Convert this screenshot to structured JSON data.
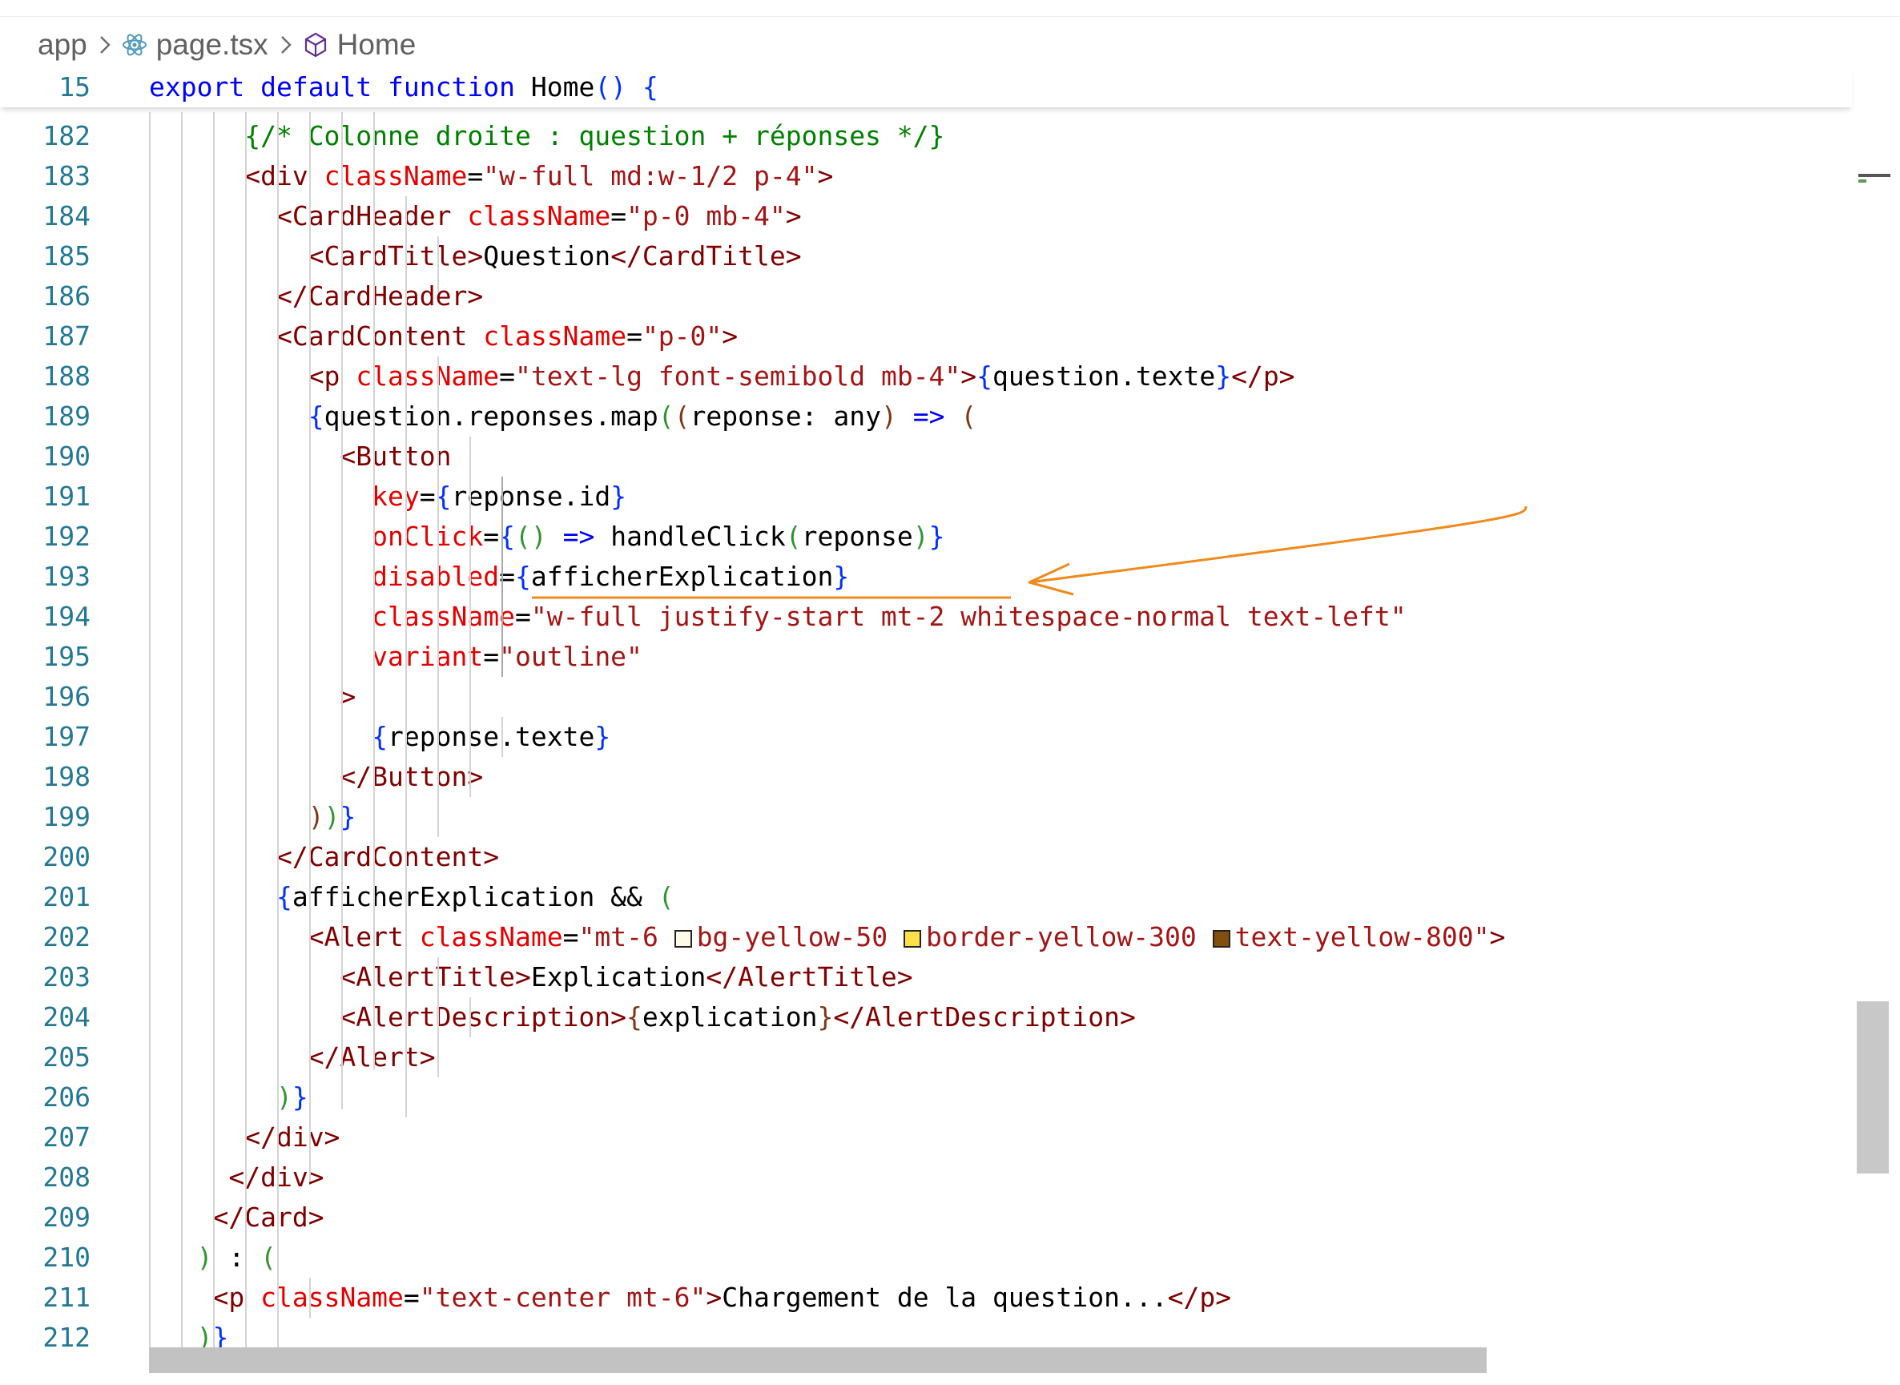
{
  "breadcrumb": {
    "folder": "app",
    "file": "page.tsx",
    "symbol": "Home",
    "file_icon": "react-icon",
    "symbol_icon": "cube-icon",
    "separator_icon": "chevron-right-icon"
  },
  "sticky_line": {
    "number": "15"
  },
  "lines": [
    {
      "n": "182"
    },
    {
      "n": "183"
    },
    {
      "n": "184"
    },
    {
      "n": "185"
    },
    {
      "n": "186"
    },
    {
      "n": "187"
    },
    {
      "n": "188"
    },
    {
      "n": "189"
    },
    {
      "n": "190"
    },
    {
      "n": "191"
    },
    {
      "n": "192"
    },
    {
      "n": "193"
    },
    {
      "n": "194"
    },
    {
      "n": "195"
    },
    {
      "n": "196"
    },
    {
      "n": "197"
    },
    {
      "n": "198"
    },
    {
      "n": "199"
    },
    {
      "n": "200"
    },
    {
      "n": "201"
    },
    {
      "n": "202"
    },
    {
      "n": "203"
    },
    {
      "n": "204"
    },
    {
      "n": "205"
    },
    {
      "n": "206"
    },
    {
      "n": "207"
    },
    {
      "n": "208"
    },
    {
      "n": "209"
    },
    {
      "n": "210"
    },
    {
      "n": "211"
    },
    {
      "n": "212"
    }
  ],
  "tokens": {
    "l15": [
      "export",
      "default",
      "function",
      "Home",
      "(",
      ")",
      "{"
    ],
    "l182": [
      "{/* Colonne droite : question + réponses */}"
    ],
    "l183": [
      "<div",
      "className",
      "=",
      "\"w-full md:w-1/2 p-4\"",
      ">"
    ],
    "l184": [
      "<CardHeader",
      "className",
      "=",
      "\"p-0 mb-4\"",
      ">"
    ],
    "l185": [
      "<CardTitle>",
      "Question",
      "</CardTitle>"
    ],
    "l186": [
      "</CardHeader>"
    ],
    "l187": [
      "<CardContent",
      "className",
      "=",
      "\"p-0\"",
      ">"
    ],
    "l188": [
      "<p",
      "className",
      "=",
      "\"text-lg font-semibold mb-4\"",
      ">",
      "{",
      "question.texte",
      "}",
      "</p>"
    ],
    "l189": [
      "{",
      "question.reponses.map",
      "(",
      "(",
      "reponse: any",
      ")",
      "=>",
      "("
    ],
    "l190": [
      "<Button"
    ],
    "l191": [
      "key",
      "=",
      "{",
      "reponse.id",
      "}"
    ],
    "l192": [
      "onClick",
      "=",
      "{",
      "(",
      ")",
      "=>",
      "handleClick",
      "(",
      "reponse",
      ")",
      "}"
    ],
    "l193": [
      "disabled",
      "=",
      "{",
      "afficherExplication",
      "}"
    ],
    "l194": [
      "className",
      "=",
      "\"w-full justify-start mt-2 whitespace-normal text-left\""
    ],
    "l195": [
      "variant",
      "=",
      "\"outline\""
    ],
    "l196": [
      ">"
    ],
    "l197": [
      "{",
      "reponse.texte",
      "}"
    ],
    "l198": [
      "</Button>"
    ],
    "l199": [
      ")",
      ")",
      "}"
    ],
    "l200": [
      "</CardContent>"
    ],
    "l201": [
      "{",
      "afficherExplication && ",
      "("
    ],
    "l202": [
      "<Alert",
      "className",
      "=",
      "\"mt-6 ",
      "bg-yellow-50 ",
      "border-yellow-300 ",
      "text-yellow-800\"",
      ">"
    ],
    "l203": [
      "<AlertTitle>",
      "Explication",
      "</AlertTitle>"
    ],
    "l204": [
      "<AlertDescription>",
      "{",
      "explication",
      "}",
      "</AlertDescription>"
    ],
    "l205": [
      "</Alert>"
    ],
    "l206": [
      ")",
      "}"
    ],
    "l207": [
      "</div>"
    ],
    "l208": [
      "</div>"
    ],
    "l209": [
      "</Card>"
    ],
    "l210": [
      ")",
      " : ",
      "("
    ],
    "l211": [
      "<p",
      "className",
      "=",
      "\"text-center mt-6\"",
      ">",
      "Chargement de la question...",
      "</p>"
    ],
    "l212": [
      ")",
      "}"
    ]
  },
  "color_swatches": {
    "bg_yellow_50": "#fefce8",
    "border_yellow_300": "#fde047",
    "text_yellow_800": "#854d0e"
  },
  "annotation": {
    "color": "#f08a1c",
    "target_line": "193"
  }
}
